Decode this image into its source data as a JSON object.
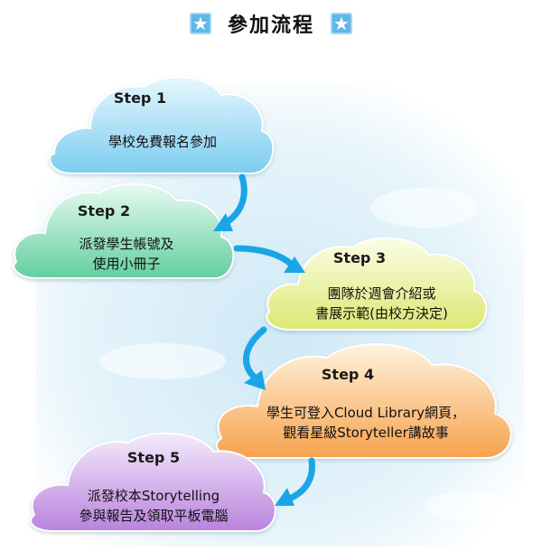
{
  "title": "參加流程",
  "colors": {
    "accent_arrow": "#1aa6e6",
    "cloud1": "#8fd3f3",
    "cloud2": "#7fd8b4",
    "cloud3": "#e9ef92",
    "cloud4": "#fbb567",
    "cloud5": "#c79ae4"
  },
  "steps": [
    {
      "label": "Step 1",
      "lines": [
        "學校免費報名參加"
      ]
    },
    {
      "label": "Step 2",
      "lines": [
        "派發學生帳號及",
        "使用小冊子"
      ]
    },
    {
      "label": "Step 3",
      "lines": [
        "團隊於週會介紹或",
        "書展示範(由校方決定)"
      ]
    },
    {
      "label": "Step 4",
      "lines": [
        "學生可登入Cloud Library網頁，",
        "觀看星級Storyteller講故事"
      ]
    },
    {
      "label": "Step 5",
      "lines": [
        "派發校本Storytelling",
        "參與報告及領取平板電腦"
      ]
    }
  ]
}
